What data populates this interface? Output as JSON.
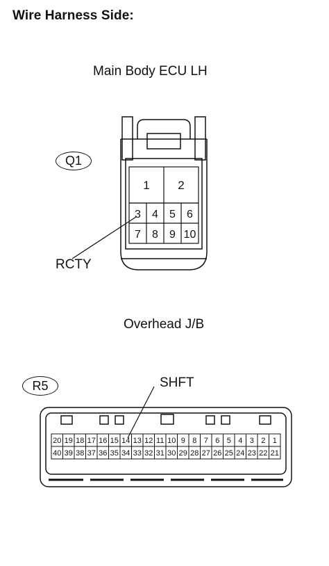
{
  "heading": "Wire Harness Side:",
  "connectors": [
    {
      "title": "Main Body ECU LH",
      "code": "Q1",
      "large_pins": [
        "1",
        "2"
      ],
      "pin_rows": [
        [
          "3",
          "4",
          "5",
          "6"
        ],
        [
          "7",
          "8",
          "9",
          "10"
        ]
      ],
      "callout": "RCTY"
    },
    {
      "title": "Overhead J/B",
      "code": "R5",
      "pin_rows": [
        [
          "20",
          "19",
          "18",
          "17",
          "16",
          "15",
          "14",
          "13",
          "12",
          "11",
          "10",
          "9",
          "8",
          "7",
          "6",
          "5",
          "4",
          "3",
          "2",
          "1"
        ],
        [
          "40",
          "39",
          "38",
          "37",
          "36",
          "35",
          "34",
          "33",
          "32",
          "31",
          "30",
          "29",
          "28",
          "27",
          "26",
          "25",
          "24",
          "23",
          "22",
          "21"
        ]
      ],
      "callout": "SHFT"
    }
  ]
}
